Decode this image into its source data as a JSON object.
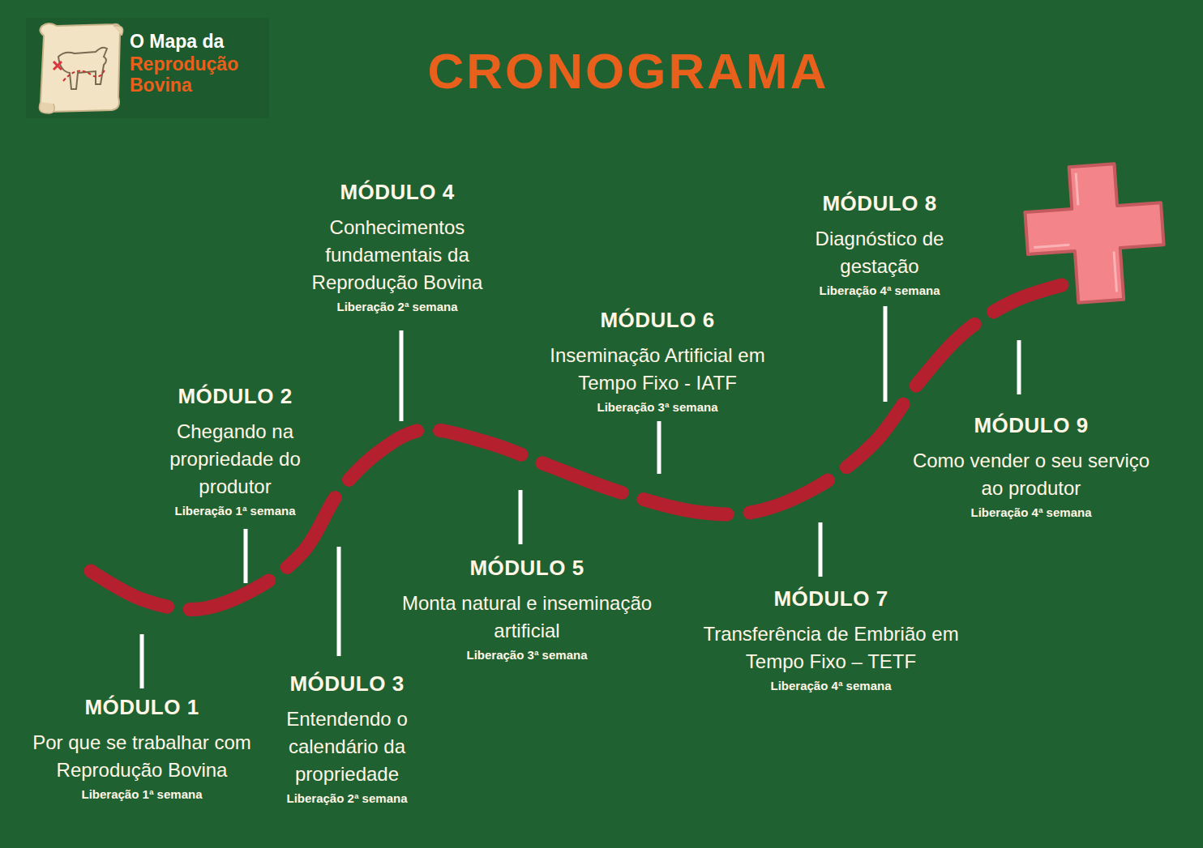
{
  "diagram": {
    "title": "CRONOGRAMA",
    "labels": [
      "O Mapa da",
      "Reprodução Bovina",
      "MÓDULO 1",
      "Por que se trabalhar com Reprodução Bovina",
      "Liberação 1ª semana",
      "MÓDULO 2",
      "Chegando na propriedade do produtor",
      "Liberação 1ª semana",
      "MÓDULO 3",
      "Entendendo o calendário da propriedade",
      "Liberação 2ª semana",
      "MÓDULO 4",
      "Conhecimentos fundamentais da Reprodução Bovina",
      "Liberação 2ª semana",
      "MÓDULO 5",
      "Monta natural e inseminação artificial",
      "Liberação 3ª semana",
      "MÓDULO 6",
      "Inseminação Artificial em Tempo Fixo - IATF",
      "Liberação 3ª semana",
      "MÓDULO 7",
      "Transferência de Embrião em Tempo Fixo – TETF",
      "Liberação 4ª semana",
      "MÓDULO 8",
      "Diagnóstico de gestação",
      "Liberação 4ª semana",
      "MÓDULO 9",
      "Como vender o seu serviço ao produtor",
      "Liberação 4ª semana"
    ]
  }
}
